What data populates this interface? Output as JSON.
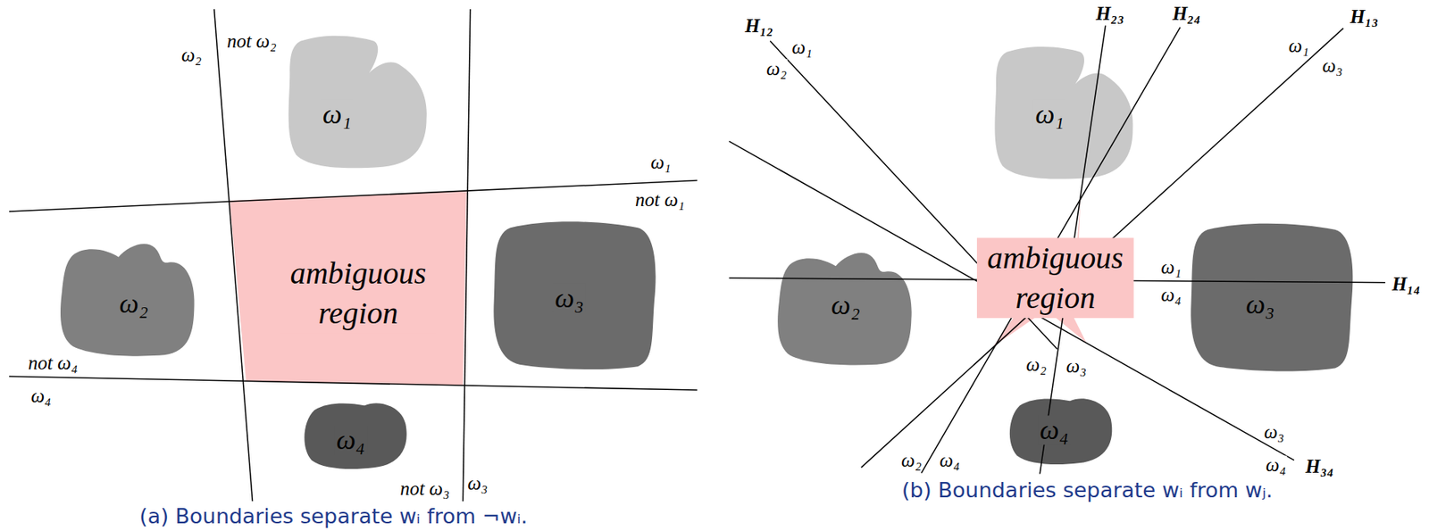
{
  "diagram": {
    "nodes": [
      {
        "text": [
          "ω₁"
        ]
      },
      {
        "text": [
          "ω₂"
        ]
      },
      {
        "text": [
          "ambiguous region"
        ]
      },
      {
        "text": [
          "ω₃"
        ]
      },
      {
        "text": [
          "ω₄"
        ]
      },
      {
        "text": [
          "ω₁"
        ]
      },
      {
        "text": [
          "ω₂"
        ]
      },
      {
        "text": [
          "ambiguous region"
        ]
      },
      {
        "text": [
          "ω₃"
        ]
      },
      {
        "text": [
          "ω₄"
        ]
      }
    ],
    "labels": [
      "ω₂",
      "not ω₂",
      "ω₁",
      "not ω₁",
      "not ω₄",
      "ω₄",
      "not ω₃",
      "ω₃",
      "(a) Boundaries separate wᵢ from ¬wᵢ.",
      "H₁₂",
      "ω₁",
      "ω₂",
      "H₂₃",
      "H₂₄",
      "H₁₃",
      "ω₁",
      "ω₃",
      "ω₁",
      "ω₄",
      "H₁₄",
      "ω₂",
      "ω₃",
      "ω₃",
      "ω₄",
      "H₃₄",
      "ω₂",
      "ω₄",
      "(b) Boundaries separate wᵢ from wⱼ."
    ]
  }
}
